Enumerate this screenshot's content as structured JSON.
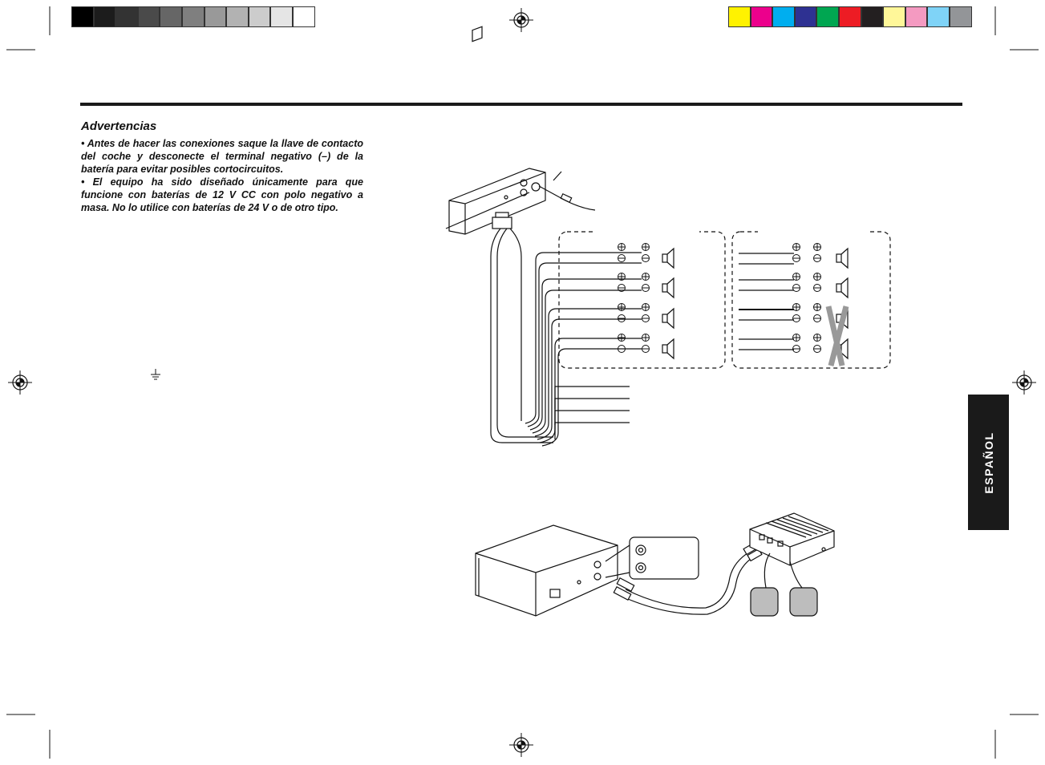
{
  "warnings": {
    "heading": "Advertencias",
    "items": [
      "• Antes de hacer las conexiones saque la llave de contacto del coche y desconecte el terminal negativo (–) de la batería para evitar posibles cortocircuitos.",
      "• El equipo ha sido diseñado únicamente para que funcione con baterías de 12 V CC con polo negativo a masa. No lo utilice con baterías de 24 V o de otro tipo."
    ]
  },
  "side_tab": {
    "label": "ESPAÑOL"
  },
  "color_bar": {
    "grays": [
      "#000000",
      "#1c1c1c",
      "#333333",
      "#4a4a4a",
      "#666666",
      "#7f7f7f",
      "#999999",
      "#b2b2b2",
      "#cccccc",
      "#e5e5e5",
      "#ffffff"
    ],
    "colors": [
      "#fff200",
      "#ec008c",
      "#00aeef",
      "#2e3192",
      "#00a651",
      "#ed1c24",
      "#231f20",
      "#fff799",
      "#f49ac1",
      "#7fd3f7",
      "#939598"
    ]
  },
  "icons": [
    "registration-mark-icon",
    "ground-symbol-icon",
    "speaker-icon",
    "plus-terminal-icon",
    "minus-terminal-icon"
  ]
}
